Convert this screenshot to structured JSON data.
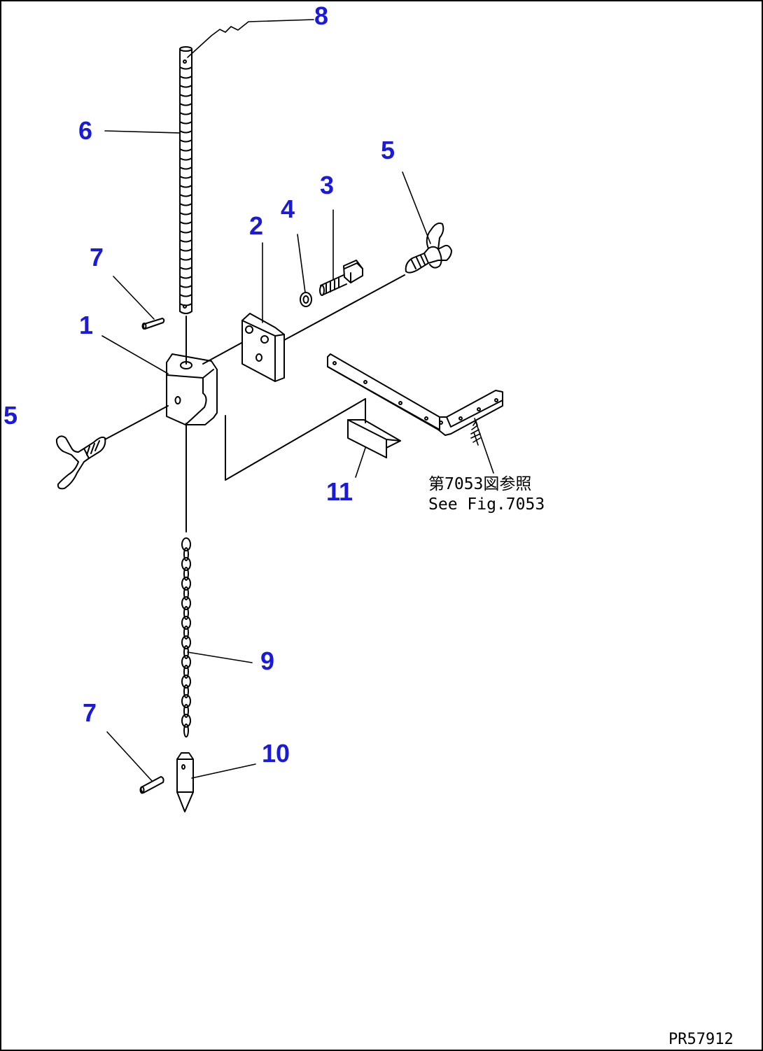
{
  "callouts": {
    "c1": "1",
    "c2": "2",
    "c3": "3",
    "c4": "4",
    "c5a": "5",
    "c5b": "5",
    "c6": "6",
    "c7a": "7",
    "c7b": "7",
    "c8": "8",
    "c9": "9",
    "c10": "10",
    "c11": "11"
  },
  "reference_note": {
    "japanese": "第7053図参照",
    "english": "See Fig.7053"
  },
  "drawing_id": "PR57912",
  "colors": {
    "callout": "#1a1adb",
    "line": "#000000",
    "frame": "#000000"
  }
}
